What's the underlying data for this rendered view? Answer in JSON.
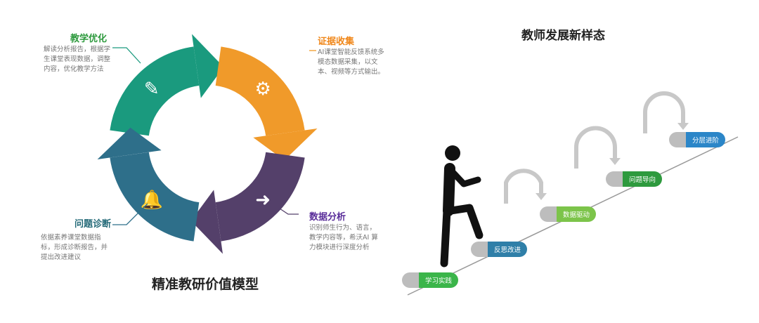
{
  "cycle": {
    "title": "精准教研价值模型",
    "items": [
      {
        "title": "教学优化",
        "desc": "解读分析报告，根据学生课堂表现数据，调整内容，优化教学方法",
        "color": "#1a9a7e",
        "icon": "edit-icon"
      },
      {
        "title": "证据收集",
        "desc": "AI课堂智能反馈系统多模态数据采集，以文本、视频等方式输出。",
        "color": "#f09a2a",
        "icon": "gears-icon"
      },
      {
        "title": "数据分析",
        "desc": "识别师生行为、语言，教学内容等，希沃AI 算力模块进行深度分析",
        "color": "#54406a",
        "icon": "export-icon"
      },
      {
        "title": "问题诊断",
        "desc": "依据素养课堂数据指标，形成诊断报告，并提出改进建议",
        "color": "#2e6f8a",
        "icon": "bell-icon"
      }
    ]
  },
  "stairs": {
    "title": "教师发展新样态",
    "steps": [
      {
        "label": "学习实践",
        "color": "#3bb54a"
      },
      {
        "label": "反思改进",
        "color": "#2f7fa8"
      },
      {
        "label": "数据驱动",
        "color": "#7cc44a"
      },
      {
        "label": "问题导向",
        "color": "#2e9a3e"
      },
      {
        "label": "分层进阶",
        "color": "#2b86c8"
      }
    ]
  }
}
